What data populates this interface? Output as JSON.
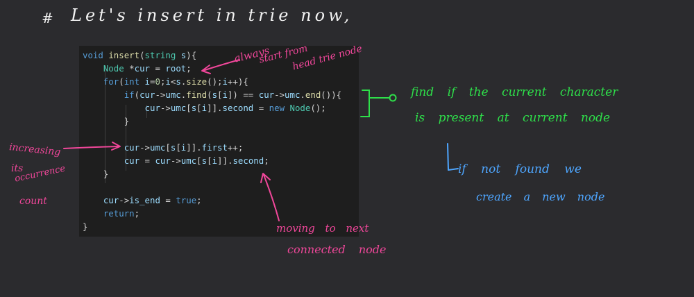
{
  "heading": {
    "hash": "#",
    "text": "Let's insert in trie now,"
  },
  "code": {
    "lines": [
      [
        {
          "t": "void ",
          "c": "c-kw"
        },
        {
          "t": "insert",
          "c": "c-fn"
        },
        {
          "t": "(",
          "c": "c-op"
        },
        {
          "t": "string ",
          "c": "c-ty"
        },
        {
          "t": "s",
          "c": "c-var"
        },
        {
          "t": "){",
          "c": "c-op"
        }
      ],
      [
        {
          "t": "    ",
          "c": "c-op"
        },
        {
          "t": "Node ",
          "c": "c-ty"
        },
        {
          "t": "*",
          "c": "c-op"
        },
        {
          "t": "cur",
          "c": "c-var"
        },
        {
          "t": " = ",
          "c": "c-op"
        },
        {
          "t": "root",
          "c": "c-var"
        },
        {
          "t": ";",
          "c": "c-op"
        }
      ],
      [
        {
          "t": "    ",
          "c": "c-op"
        },
        {
          "t": "for",
          "c": "c-kw"
        },
        {
          "t": "(",
          "c": "c-op"
        },
        {
          "t": "int ",
          "c": "c-kw"
        },
        {
          "t": "i",
          "c": "c-var"
        },
        {
          "t": "=",
          "c": "c-op"
        },
        {
          "t": "0",
          "c": "c-num"
        },
        {
          "t": ";",
          "c": "c-op"
        },
        {
          "t": "i",
          "c": "c-var"
        },
        {
          "t": "<",
          "c": "c-op"
        },
        {
          "t": "s",
          "c": "c-var"
        },
        {
          "t": ".",
          "c": "c-op"
        },
        {
          "t": "size",
          "c": "c-fn"
        },
        {
          "t": "();",
          "c": "c-op"
        },
        {
          "t": "i",
          "c": "c-var"
        },
        {
          "t": "++){",
          "c": "c-op"
        }
      ],
      [
        {
          "t": "        ",
          "c": "c-op"
        },
        {
          "t": "if",
          "c": "c-kw"
        },
        {
          "t": "(",
          "c": "c-op"
        },
        {
          "t": "cur",
          "c": "c-var"
        },
        {
          "t": "->",
          "c": "c-op"
        },
        {
          "t": "umc",
          "c": "c-var"
        },
        {
          "t": ".",
          "c": "c-op"
        },
        {
          "t": "find",
          "c": "c-fn"
        },
        {
          "t": "(",
          "c": "c-op"
        },
        {
          "t": "s",
          "c": "c-var"
        },
        {
          "t": "[",
          "c": "c-op"
        },
        {
          "t": "i",
          "c": "c-var"
        },
        {
          "t": "]) == ",
          "c": "c-op"
        },
        {
          "t": "cur",
          "c": "c-var"
        },
        {
          "t": "->",
          "c": "c-op"
        },
        {
          "t": "umc",
          "c": "c-var"
        },
        {
          "t": ".",
          "c": "c-op"
        },
        {
          "t": "end",
          "c": "c-fn"
        },
        {
          "t": "()){",
          "c": "c-op"
        }
      ],
      [
        {
          "t": "            ",
          "c": "c-op"
        },
        {
          "t": "cur",
          "c": "c-var"
        },
        {
          "t": "->",
          "c": "c-op"
        },
        {
          "t": "umc",
          "c": "c-var"
        },
        {
          "t": "[",
          "c": "c-op"
        },
        {
          "t": "s",
          "c": "c-var"
        },
        {
          "t": "[",
          "c": "c-op"
        },
        {
          "t": "i",
          "c": "c-var"
        },
        {
          "t": "]].",
          "c": "c-op"
        },
        {
          "t": "second",
          "c": "c-var"
        },
        {
          "t": " = ",
          "c": "c-op"
        },
        {
          "t": "new ",
          "c": "c-kw"
        },
        {
          "t": "Node",
          "c": "c-ty"
        },
        {
          "t": "();",
          "c": "c-op"
        }
      ],
      [
        {
          "t": "        }",
          "c": "c-op"
        }
      ],
      [],
      [
        {
          "t": "        ",
          "c": "c-op"
        },
        {
          "t": "cur",
          "c": "c-var"
        },
        {
          "t": "->",
          "c": "c-op"
        },
        {
          "t": "umc",
          "c": "c-var"
        },
        {
          "t": "[",
          "c": "c-op"
        },
        {
          "t": "s",
          "c": "c-var"
        },
        {
          "t": "[",
          "c": "c-op"
        },
        {
          "t": "i",
          "c": "c-var"
        },
        {
          "t": "]].",
          "c": "c-op"
        },
        {
          "t": "first",
          "c": "c-var"
        },
        {
          "t": "++;",
          "c": "c-op"
        }
      ],
      [
        {
          "t": "        ",
          "c": "c-op"
        },
        {
          "t": "cur",
          "c": "c-var"
        },
        {
          "t": " = ",
          "c": "c-op"
        },
        {
          "t": "cur",
          "c": "c-var"
        },
        {
          "t": "->",
          "c": "c-op"
        },
        {
          "t": "umc",
          "c": "c-var"
        },
        {
          "t": "[",
          "c": "c-op"
        },
        {
          "t": "s",
          "c": "c-var"
        },
        {
          "t": "[",
          "c": "c-op"
        },
        {
          "t": "i",
          "c": "c-var"
        },
        {
          "t": "]].",
          "c": "c-op"
        },
        {
          "t": "second",
          "c": "c-var"
        },
        {
          "t": ";",
          "c": "c-op"
        }
      ],
      [
        {
          "t": "    }",
          "c": "c-op"
        }
      ],
      [],
      [
        {
          "t": "    ",
          "c": "c-op"
        },
        {
          "t": "cur",
          "c": "c-var"
        },
        {
          "t": "->",
          "c": "c-op"
        },
        {
          "t": "is_end",
          "c": "c-var"
        },
        {
          "t": " = ",
          "c": "c-op"
        },
        {
          "t": "true",
          "c": "c-kw"
        },
        {
          "t": ";",
          "c": "c-op"
        }
      ],
      [
        {
          "t": "    ",
          "c": "c-op"
        },
        {
          "t": "return",
          "c": "c-kw"
        },
        {
          "t": ";",
          "c": "c-op"
        }
      ],
      [
        {
          "t": "}",
          "c": "c-op"
        }
      ]
    ]
  },
  "annotations": {
    "always_line1": "always",
    "always_line2": "start from",
    "always_line3": "head trie node",
    "find_line1": "find if the current character",
    "find_line2": "is present at current node",
    "notfound_line1": "if not found we",
    "notfound_line2": "create a new node",
    "increasing_line1": "increasing",
    "increasing_line2": "its",
    "increasing_line3": "occurrence",
    "increasing_line4": "count",
    "moving_line1": "moving to next",
    "moving_line2": "connected node"
  },
  "colors": {
    "background": "#2b2b2e",
    "code_background": "#1e1e1e",
    "pink": "#f0479a",
    "green": "#2ee04a",
    "blue": "#4ea6ff",
    "white": "#f2f2f2"
  }
}
